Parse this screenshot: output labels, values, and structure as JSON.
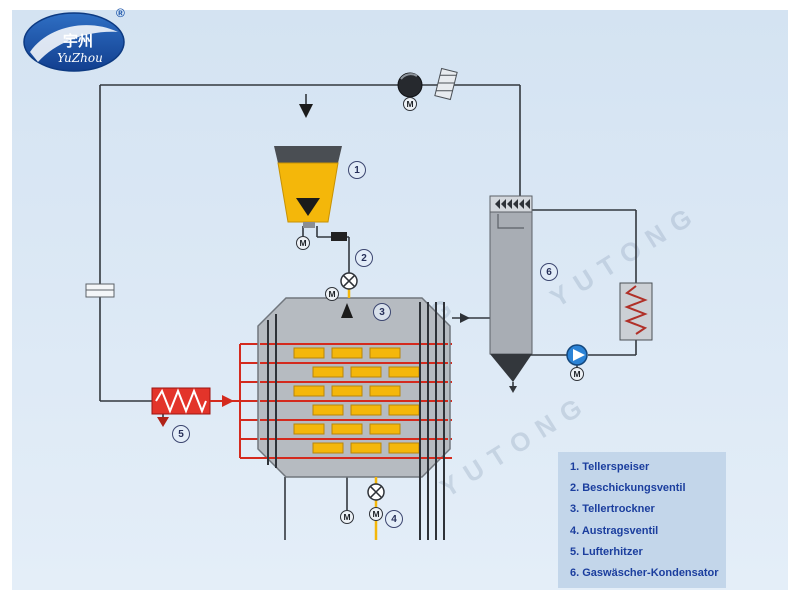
{
  "brand": {
    "registered": "®",
    "logo_cn": "宇州",
    "logo_en": "YuZhou"
  },
  "labels": {
    "motor": "M"
  },
  "callouts": [
    "1",
    "2",
    "3",
    "4",
    "5",
    "6"
  ],
  "legend": {
    "items": [
      "1. Tellerspeiser",
      "2. Beschickungsventil",
      "3. Tellertrockner",
      "4. Austragsventil",
      "5. Lufterhitzer",
      "6. Gaswäscher-Kondensator"
    ]
  },
  "watermark": "YUTONG",
  "colors": {
    "background": "#d9e7f4",
    "pipe": "#33383e",
    "accent_red": "#d42a1e",
    "accent_yellow": "#f4b70a",
    "dryer_gray": "#b6bbc1",
    "legend_bg": "#c3d6ea",
    "legend_text": "#1b3e9e",
    "logo_blue": "#1a57b0",
    "pump_blue": "#2b83d6"
  }
}
